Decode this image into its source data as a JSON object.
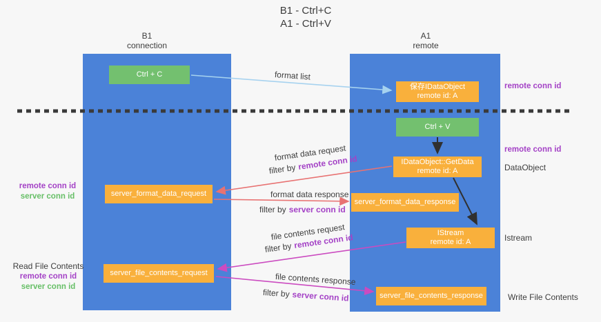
{
  "title": {
    "line1": "B1 - Ctrl+C",
    "line2": "A1 - Ctrl+V"
  },
  "lanes": {
    "b1": {
      "name": "B1",
      "role": "connection"
    },
    "a1": {
      "name": "A1",
      "role": "remote"
    }
  },
  "nodes": {
    "ctrl_c": {
      "label": "Ctrl + C"
    },
    "save_dataobject": {
      "line1": "保存IDataObject",
      "line2": "remote id: A"
    },
    "ctrl_v": {
      "label": "Ctrl + V"
    },
    "getdata": {
      "line1": "IDataObject::GetData",
      "line2": "remote id: A"
    },
    "format_request": {
      "label": "server_format_data_request"
    },
    "format_response": {
      "label": "server_format_data_response"
    },
    "istream": {
      "line1": "IStream",
      "line2": "remote id: A"
    },
    "file_request": {
      "label": "server_file_contents_request"
    },
    "file_response": {
      "label": "server_file_contents_response"
    }
  },
  "edge_labels": {
    "format_list": "format list",
    "format_data_request": "format data request",
    "format_data_response": "format data response",
    "file_contents_request": "file contents request",
    "file_contents_response": "file contents response",
    "filter_by": "filter by",
    "remote_conn_id": "remote conn id",
    "server_conn_id": "server conn id"
  },
  "annotations": {
    "remote_conn_id": "remote conn id",
    "server_conn_id": "server conn id",
    "dataobject": "DataObject",
    "istream": "Istream",
    "read_file_contents": "Read File Contents",
    "write_file_contents": "Write File Contents"
  },
  "colors": {
    "lane_blue": "#4b82d8",
    "action_green": "#73c06f",
    "message_orange": "#f9b03c",
    "arrow_blue": "#a6d2ef",
    "arrow_red": "#e87272",
    "arrow_magenta": "#cb4bc0",
    "remote_purple": "#a442c6",
    "server_green": "#67bf67",
    "text_dark": "#3d3d3d",
    "background": "#f7f7f7"
  }
}
